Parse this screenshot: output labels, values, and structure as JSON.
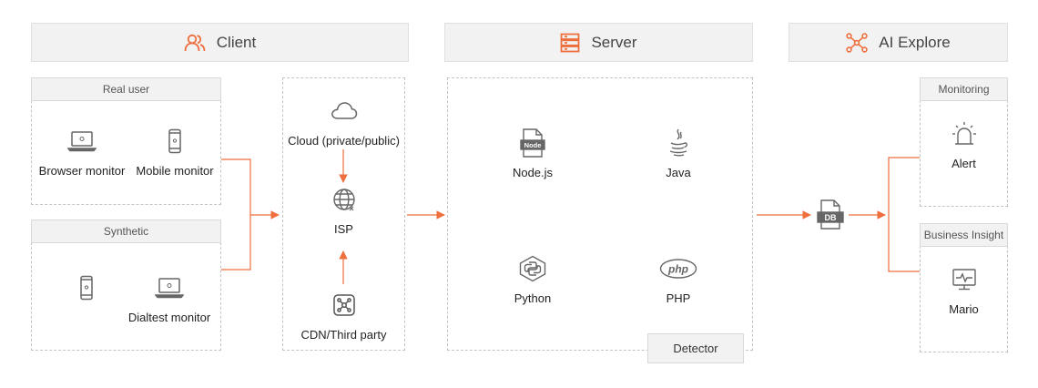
{
  "colors": {
    "accent": "#ee6f3d",
    "header_bg": "#f2f2f2",
    "dashed_border": "#c4c4c4",
    "icon_gray": "#666666"
  },
  "headers": {
    "client": {
      "label": "Client",
      "icon": "users-icon"
    },
    "server": {
      "label": "Server",
      "icon": "server-icon"
    },
    "ai_explore": {
      "label": "AI Explore",
      "icon": "network-icon"
    }
  },
  "client": {
    "real_user": {
      "tag": "Real user",
      "items": [
        {
          "label": "Browser monitor",
          "icon": "laptop-icon"
        },
        {
          "label": "Mobile monitor",
          "icon": "mobile-icon"
        }
      ]
    },
    "synthetic": {
      "tag": "Synthetic",
      "items": [
        {
          "label": "",
          "icon": "mobile-icon"
        },
        {
          "label": "Dialtest monitor",
          "icon": "laptop-icon"
        }
      ]
    }
  },
  "network": {
    "cloud": {
      "label": "Cloud (private/public)",
      "icon": "cloud-icon"
    },
    "isp": {
      "label": "ISP",
      "icon": "globe-icon"
    },
    "cdn": {
      "label": "CDN/Third party",
      "icon": "cdn-icon"
    }
  },
  "server": {
    "items": [
      {
        "label": "Node.js",
        "icon": "nodejs-icon"
      },
      {
        "label": "Java",
        "icon": "java-icon"
      },
      {
        "label": "Python",
        "icon": "python-icon"
      },
      {
        "label": "PHP",
        "icon": "php-icon"
      }
    ],
    "detector": "Detector"
  },
  "db": {
    "label": "DB",
    "icon": "database-file-icon"
  },
  "ai": {
    "monitoring": {
      "tag": "Monitoring",
      "item": {
        "label": "Alert",
        "icon": "alarm-light-icon"
      }
    },
    "business_insight": {
      "tag": "Business Insight",
      "item": {
        "label": "Mario",
        "icon": "monitor-chart-icon"
      }
    }
  }
}
